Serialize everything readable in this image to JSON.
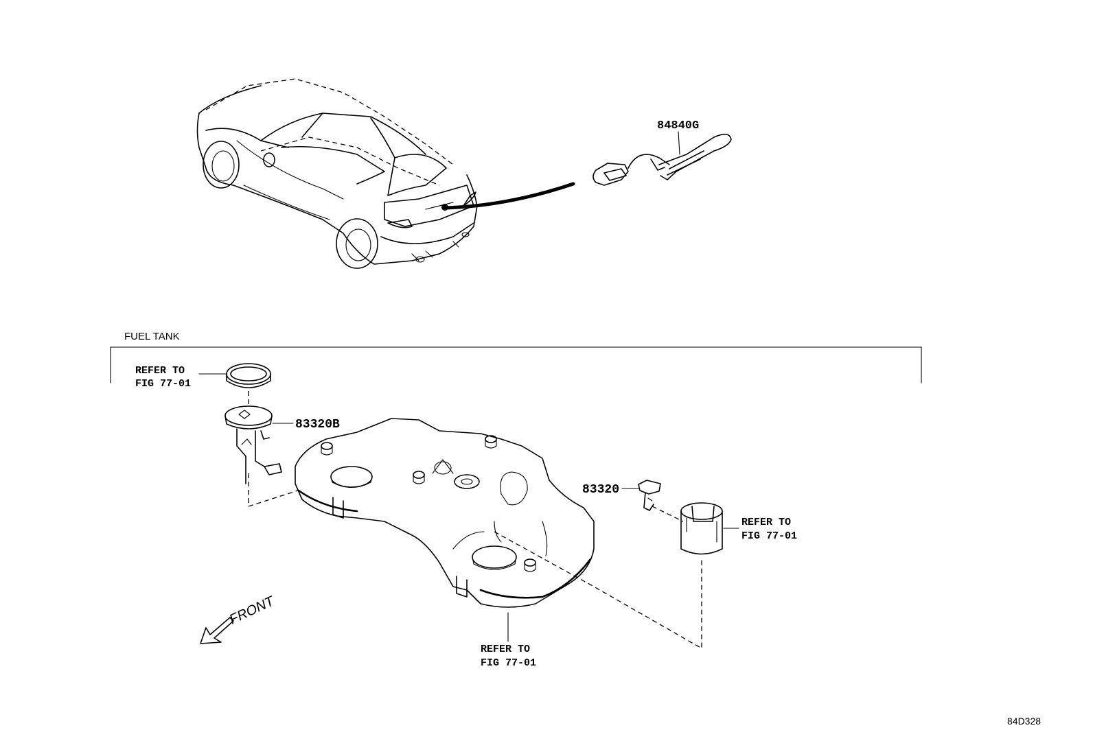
{
  "section": {
    "title": "FUEL TANK"
  },
  "parts": {
    "wiring_harness": {
      "part_number": "84840G"
    },
    "fuel_pump_module": {
      "part_number": "83320B"
    },
    "fuel_sender": {
      "part_number": "83320"
    }
  },
  "references": {
    "retainer_ring": {
      "line1": "REFER TO",
      "line2": "FIG 77-01"
    },
    "pump_cup": {
      "line1": "REFER TO",
      "line2": "FIG 77-01"
    },
    "fuel_tank": {
      "line1": "REFER TO",
      "line2": "FIG 77-01"
    }
  },
  "orientation": {
    "label": "FRONT"
  },
  "figure": {
    "code": "84D328"
  }
}
